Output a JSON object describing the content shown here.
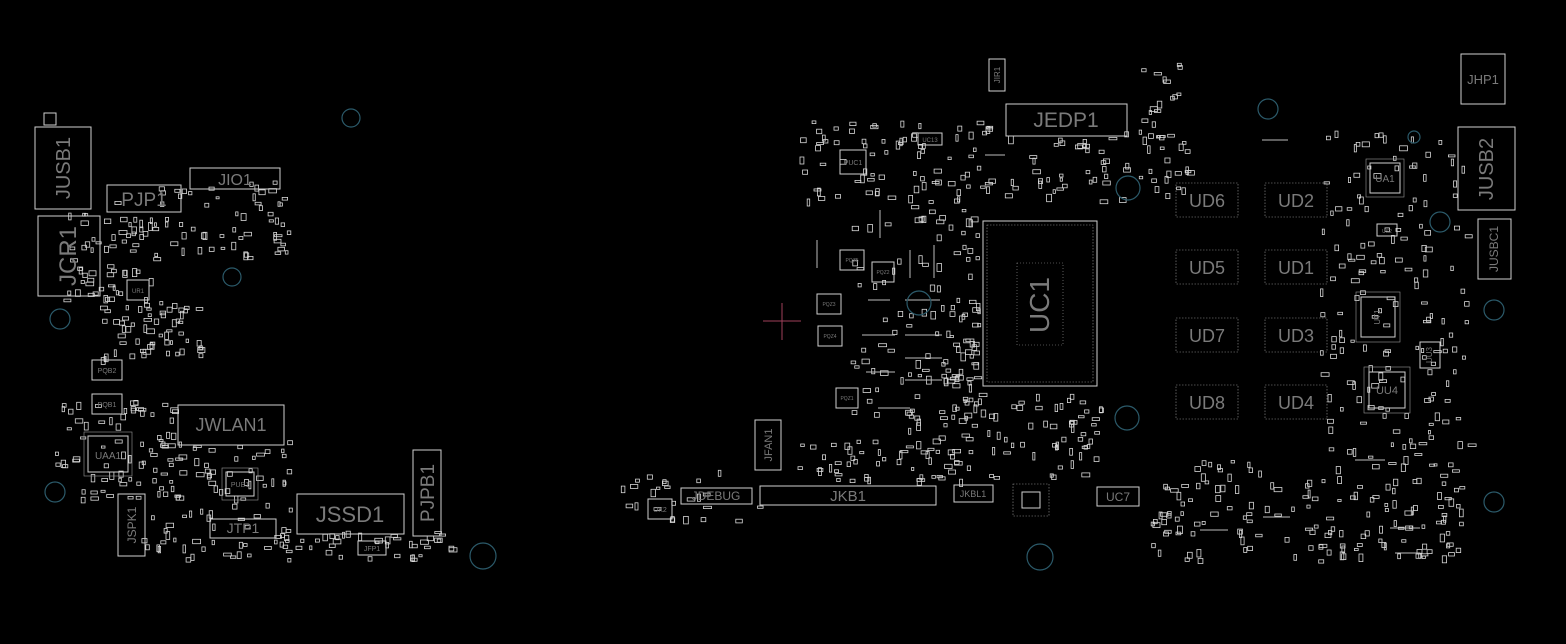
{
  "left_board": {
    "connectors": {
      "jusb1": "JUSB1",
      "jcr1": "JCR1",
      "pjp1": "PJP1",
      "jio1": "JIO1",
      "jwlan1": "JWLAN1",
      "jssd1": "JSSD1",
      "pjpb1": "PJPB1",
      "jspk1": "JSPK1",
      "jtp1": "JTP1"
    },
    "chips": {
      "uaa1": "UAA1",
      "pub1": "PUB1",
      "jfp1": "JFP1",
      "pqb2": "PQB2",
      "pqb1": "PQB1",
      "ur1": "UR1"
    }
  },
  "right_board": {
    "connectors": {
      "jedp1": "JEDP1",
      "jhp1": "JHP1",
      "jusb2": "JUSB2",
      "jusbc1": "JUSBC1",
      "jfan1": "JFAN1",
      "jkb1": "JKB1",
      "jdebug": "JDEBUG",
      "jkbl1": "JKBL1",
      "jir1": "JIR1"
    },
    "cpu": "UC1",
    "memory": [
      "UD6",
      "UD2",
      "UD5",
      "UD1",
      "UD7",
      "UD3",
      "UD8",
      "UD4"
    ],
    "chips": {
      "uc7": "UC7",
      "ua1": "UA1",
      "uu4": "UU4",
      "uu3": "UU3",
      "ut1": "UT1",
      "puc1": "PUC1",
      "uk2": "UK2",
      "pqz1": "PQZ1",
      "pqz2": "PQZ2",
      "pqz3": "PQZ3",
      "pqz4": "PQZ4",
      "pqz5": "PQZ5",
      "uc13": "UC13",
      "us2": "US2"
    }
  }
}
